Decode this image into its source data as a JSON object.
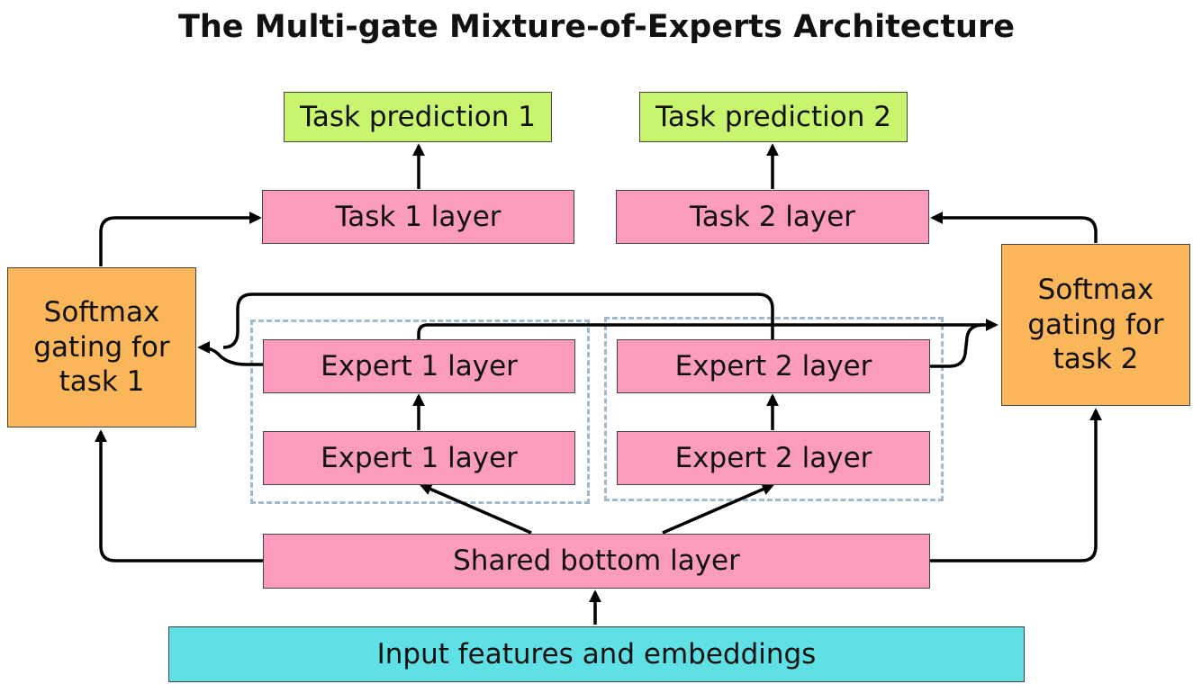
{
  "title": "The Multi-gate Mixture-of-Experts Architecture",
  "nodes": {
    "task_prediction_1": "Task prediction 1",
    "task_prediction_2": "Task prediction 2",
    "task_1_layer": "Task 1 layer",
    "task_2_layer": "Task 2 layer",
    "gate_1": "Softmax gating for task 1",
    "gate_2": "Softmax gating for task 2",
    "expert_1_top": "Expert 1 layer",
    "expert_1_bottom": "Expert 1 layer",
    "expert_2_top": "Expert 2 layer",
    "expert_2_bottom": "Expert 2 layer",
    "shared_bottom": "Shared bottom layer",
    "input": "Input features and embeddings"
  },
  "colors": {
    "task_prediction": "#c9f56e",
    "layer": "#fc9cbd",
    "gate": "#fbb65a",
    "input": "#5fe0e5",
    "expert_group_border": "#9fb9cf",
    "arrow": "#000000"
  }
}
